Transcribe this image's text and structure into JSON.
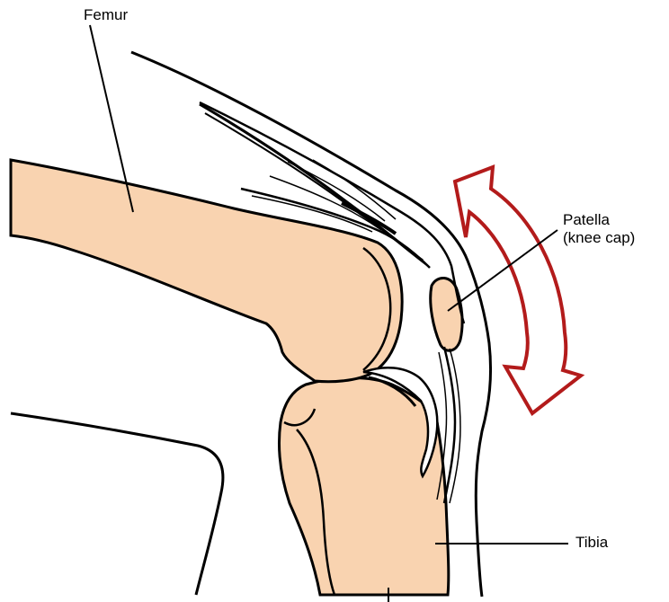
{
  "labels": {
    "femur": "Femur",
    "patella_line1": "Patella",
    "patella_line2": "(knee cap)",
    "tibia": "Tibia"
  },
  "colors": {
    "bone_fill": "#f9d3b0",
    "outline": "#000000",
    "arrow_stroke": "#b31b1b",
    "background": "#ffffff"
  },
  "icons": {
    "motion_arrow": "double-headed-curved-arrow"
  }
}
